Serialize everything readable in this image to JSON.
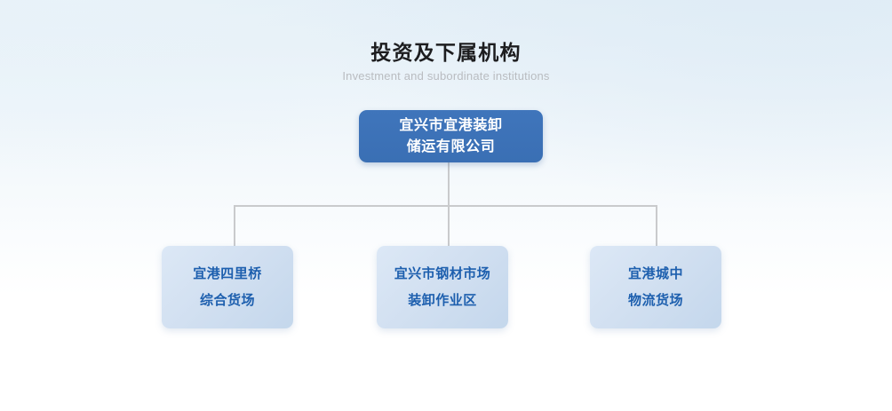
{
  "heading": {
    "title": "投资及下属机构",
    "subtitle": "Investment and subordinate institutions"
  },
  "colors": {
    "root_node_bg": "#3d72b8",
    "root_node_text": "#ffffff",
    "child_node_bg": "#c9dbef",
    "child_node_text": "#1d5fae",
    "connector_line": "#c9cacc",
    "title_text": "#1d1d1f",
    "subtitle_text": "#b9bcc0",
    "background_top": "#e4eff7",
    "background_bottom": "#ffffff"
  },
  "org_chart": {
    "root": {
      "line1": "宜兴市宜港装卸",
      "line2": "储运有限公司",
      "full_name": "宜兴市宜港装卸储运有限公司"
    },
    "children": [
      {
        "line1": "宜港四里桥",
        "line2": "综合货场",
        "full_name": "宜港四里桥综合货场"
      },
      {
        "line1": "宜兴市钢材市场",
        "line2": "装卸作业区",
        "full_name": "宜兴市钢材市场装卸作业区"
      },
      {
        "line1": "宜港城中",
        "line2": "物流货场",
        "full_name": "宜港城中物流货场"
      }
    ]
  }
}
